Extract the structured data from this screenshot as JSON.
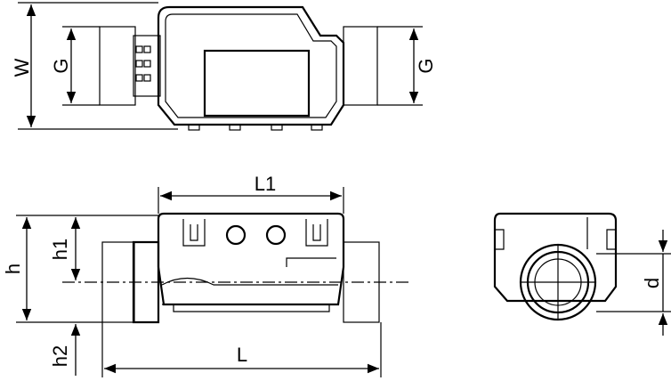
{
  "labels": {
    "w": "W",
    "g_left": "G",
    "g_right": "G",
    "l1": "L1",
    "h": "h",
    "h1": "h1",
    "h2": "h2",
    "l": "L",
    "d": "d"
  }
}
